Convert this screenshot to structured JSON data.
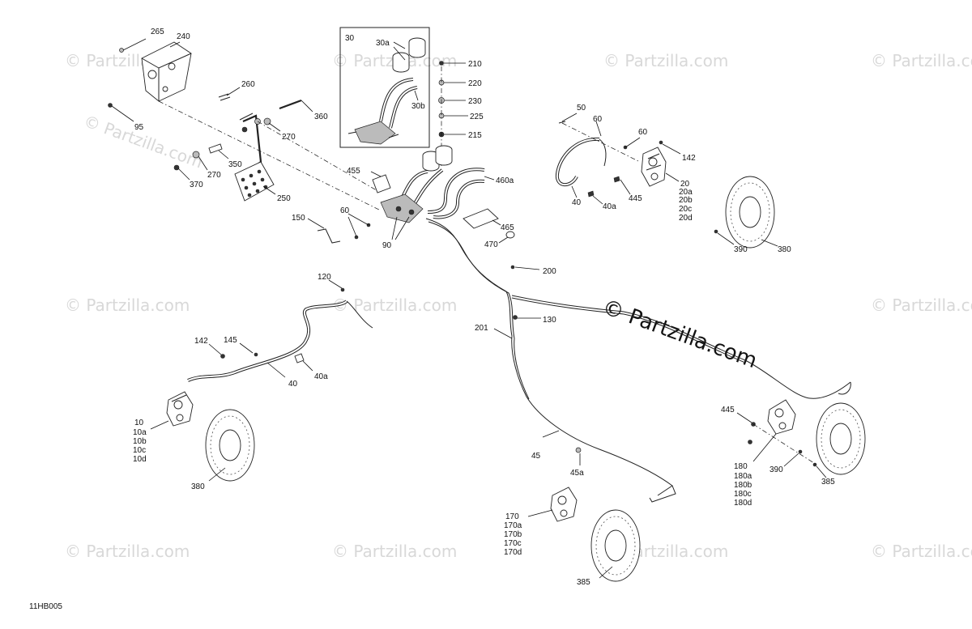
{
  "diagram": {
    "figure_code": "11HB005",
    "watermark_text": "© Partzilla.com",
    "kit_box_label": "30",
    "labels": {
      "l265": "265",
      "l240": "240",
      "l260": "260",
      "l360": "360",
      "l95": "95",
      "l270a": "270",
      "l270b": "270",
      "l350": "350",
      "l370": "370",
      "l250": "250",
      "l30a": "30a",
      "l30b": "30b",
      "l210": "210",
      "l220": "220",
      "l230": "230",
      "l225": "225",
      "l215": "215",
      "l455": "455",
      "l460a": "460a",
      "l465": "465",
      "l470": "470",
      "l60a": "60",
      "l150": "150",
      "l90": "90",
      "l50": "50",
      "l60b": "60",
      "l60c": "60",
      "l142a": "142",
      "l40a_top": "40",
      "l40aa": "40a",
      "l445a": "445",
      "l20": "20",
      "l20a": "20a",
      "l20b": "20b",
      "l20c": "20c",
      "l20d": "20d",
      "l390a": "390",
      "l380a": "380",
      "l200": "200",
      "l120": "120",
      "l130": "130",
      "l201": "201",
      "l142b": "142",
      "l145": "145",
      "l40b": "40",
      "l40ab": "40a",
      "l10": "10",
      "l10a": "10a",
      "l10b": "10b",
      "l10c": "10c",
      "l10d": "10d",
      "l380b": "380",
      "l45": "45",
      "l45a": "45a",
      "l170": "170",
      "l170a": "170a",
      "l170b": "170b",
      "l170c": "170c",
      "l170d": "170d",
      "l385a": "385",
      "l445b": "445",
      "l180": "180",
      "l180a": "180a",
      "l180b": "180b",
      "l180c": "180c",
      "l180d": "180d",
      "l390b": "390",
      "l385b": "385"
    }
  }
}
